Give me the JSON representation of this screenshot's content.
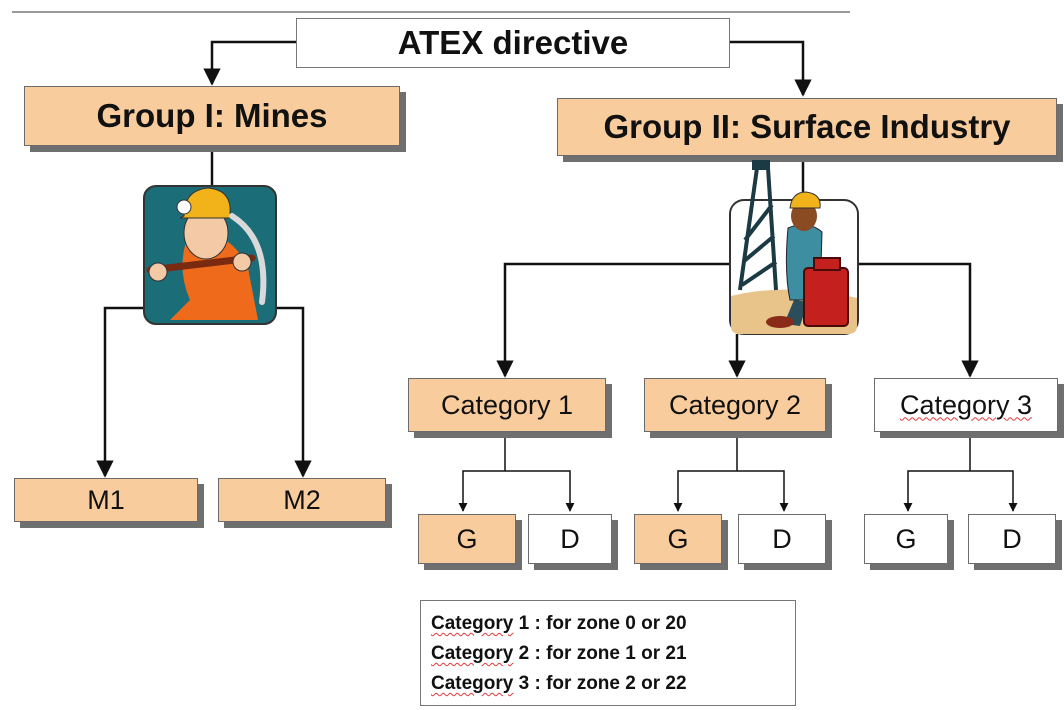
{
  "title": "ATEX directive",
  "groups": [
    {
      "label": "Group I: Mines",
      "children": [
        "M1",
        "M2"
      ]
    },
    {
      "label": "Group II: Surface Industry"
    }
  ],
  "categories": [
    {
      "label": "Category  1",
      "children": [
        "G",
        "D"
      ]
    },
    {
      "label": "Category 2",
      "children": [
        "G",
        "D"
      ]
    },
    {
      "label": "Category 3",
      "children": [
        "G",
        "D"
      ]
    }
  ],
  "legend": [
    {
      "term": "Category",
      "rest": " 1 : for zone 0 or 20"
    },
    {
      "term": "Category",
      "rest": " 2 : for zone 1 or 21"
    },
    {
      "term": "Category",
      "rest": " 3 : for zone 2 or 22"
    }
  ],
  "colors": {
    "peach": "#f9cc9d",
    "shadow": "#6f6f6f",
    "teal": "#1b6e78",
    "orange": "#f06a1c",
    "helmet": "#f2b21a"
  },
  "icons": {
    "mines": "miner-icon",
    "surface": "industrial-worker-icon"
  }
}
